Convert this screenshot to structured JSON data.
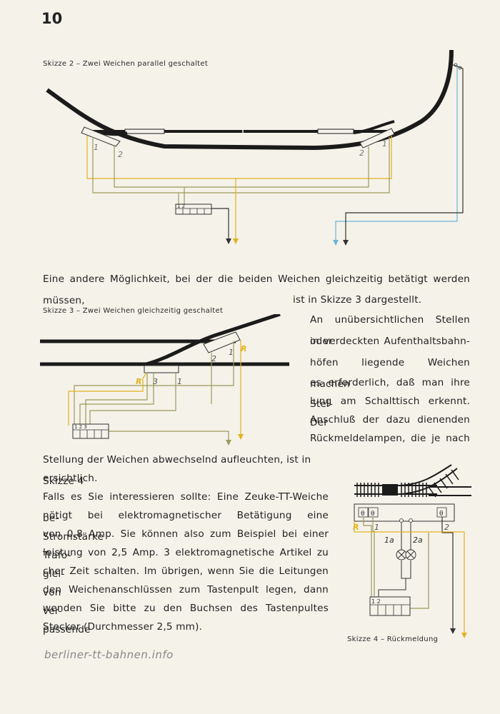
{
  "page": {
    "number": "10",
    "watermark": "berliner-tt-bahnen.info"
  },
  "figures": {
    "fig2": {
      "caption": "Skizze 2 – Zwei Weichen parallel geschaltet",
      "labels": [
        "1",
        "2",
        "2",
        "1",
        "1 2"
      ]
    },
    "fig3": {
      "caption": "Skizze 3 – Zwei Weichen gleichzeitig geschaltet",
      "labels": [
        "R",
        "3",
        "1",
        "2",
        "1",
        "R",
        "1 2 3"
      ]
    },
    "fig4": {
      "caption": "Skizze 4 – Rückmeldung",
      "labels": [
        "R",
        "1",
        "1a",
        "2a",
        "2",
        "1 2"
      ]
    }
  },
  "text": {
    "l1": "Eine andere Möglichkeit, bei der die beiden Weichen gleichzeitig betätigt werden müssen,",
    "l2": "ist in Skizze 3 dargestellt.",
    "r1": "An unübersichtlichen Stellen oder",
    "r2": "in verdeckten Aufenthaltsbahn-",
    "r3": "höfen liegende Weichen machen",
    "r4": "es erforderlich, daß man ihre Stel-",
    "r5": "lung am Schalttisch erkennt. Der",
    "r6": "Anschluß der dazu dienenden",
    "r7": "Rückmeldelampen, die je nach",
    "s1": "Stellung der Weichen abwechselnd aufleuchten, ist in Skizze 4",
    "s2": "ersichtlich.",
    "p1": "Falls es Sie interessieren sollte: Eine Zeuke-TT-Weiche be-",
    "p2": "nötigt bei elektromagnetischer Betätigung eine Stromstärke",
    "p3": "von 0,8 Amp. Sie können also zum Beispiel bei einer Trafo-",
    "p4": "leistung von 2,5 Amp. 3 elektromagnetische Artikel zu glei-",
    "p5": "cher Zeit schalten. Im übrigen, wenn Sie die Leitungen von",
    "p6": "den Weichenanschlüssen zum Tastenpult legen, dann ver-",
    "p7": "wenden Sie bitte zu den Buchsen des Tastenpultes passende",
    "p8": "Stecker (Durchmesser 2,5 mm)."
  },
  "colors": {
    "track": "#1b1b1b",
    "wire_yellow": "#e3b21c",
    "wire_olive": "#9c9a5a",
    "wire_blue": "#6fb4d6",
    "wire_dark": "#333333"
  }
}
